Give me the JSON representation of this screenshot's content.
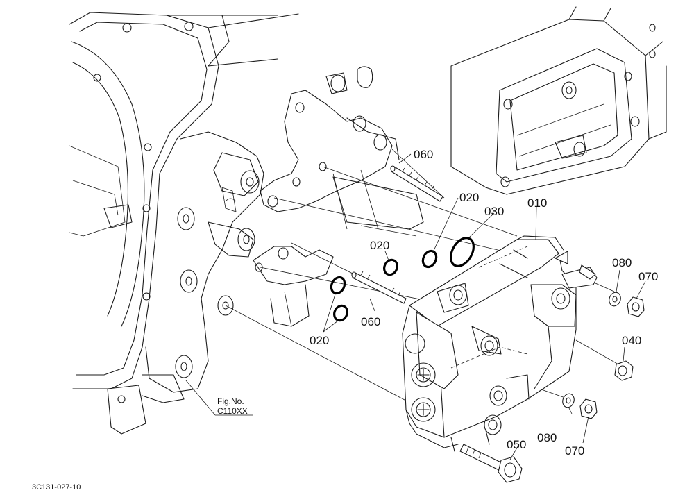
{
  "diagram": {
    "labels": {
      "p010": "010",
      "p020_a": "020",
      "p020_b": "020",
      "p020_c": "020",
      "p030": "030",
      "p040": "040",
      "p050": "050",
      "p060_a": "060",
      "p060_b": "060",
      "p070_a": "070",
      "p070_b": "070",
      "p080_a": "080",
      "p080_b": "080"
    },
    "figure_ref": {
      "line1": "Fig.No.",
      "line2": "C110XX"
    },
    "drawing_code": "3C131-027-10"
  }
}
